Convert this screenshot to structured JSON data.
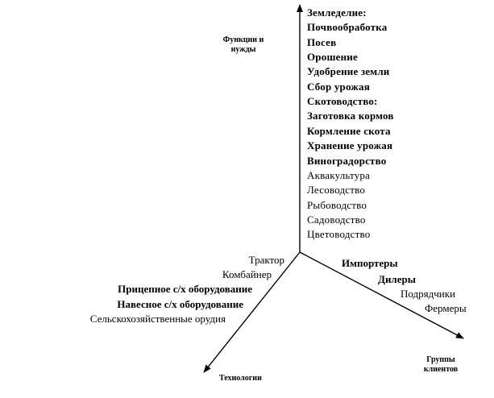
{
  "axes": {
    "functions": "Функции и нужды",
    "technologies": "Технологии",
    "clients": "Группы клиентов"
  },
  "functions": [
    {
      "label": "Земледелие:",
      "bold": true
    },
    {
      "label": "Почвообработка",
      "bold": true
    },
    {
      "label": "Посев",
      "bold": true
    },
    {
      "label": "Орошение",
      "bold": true
    },
    {
      "label": "Удобрение земли",
      "bold": true
    },
    {
      "label": "Сбор урожая",
      "bold": true
    },
    {
      "label": "Скотоводство:",
      "bold": true
    },
    {
      "label": "Заготовка кормов",
      "bold": true
    },
    {
      "label": "Кормление скота",
      "bold": true
    },
    {
      "label": "Хранение урожая",
      "bold": true
    },
    {
      "label": "Виноградорство",
      "bold": true
    },
    {
      "label": "Аквакультура",
      "bold": false
    },
    {
      "label": "Лесоводство",
      "bold": false
    },
    {
      "label": "Рыбоводство",
      "bold": false
    },
    {
      "label": "Садоводство",
      "bold": false
    },
    {
      "label": "Цветоводство",
      "bold": false
    }
  ],
  "technologies": [
    {
      "label": "Трактор",
      "bold": false
    },
    {
      "label": "Комбайнер",
      "bold": false
    },
    {
      "label": "Прицепное с/х оборудование",
      "bold": true
    },
    {
      "label": "Навесное с/х оборудование",
      "bold": true
    },
    {
      "label": "Сельскохозяйственные орудия",
      "bold": false
    }
  ],
  "clients": [
    {
      "label": "Импортеры",
      "bold": true
    },
    {
      "label": "Дилеры",
      "bold": true
    },
    {
      "label": "Подрядчики",
      "bold": false
    },
    {
      "label": "Фермеры",
      "bold": false
    }
  ]
}
